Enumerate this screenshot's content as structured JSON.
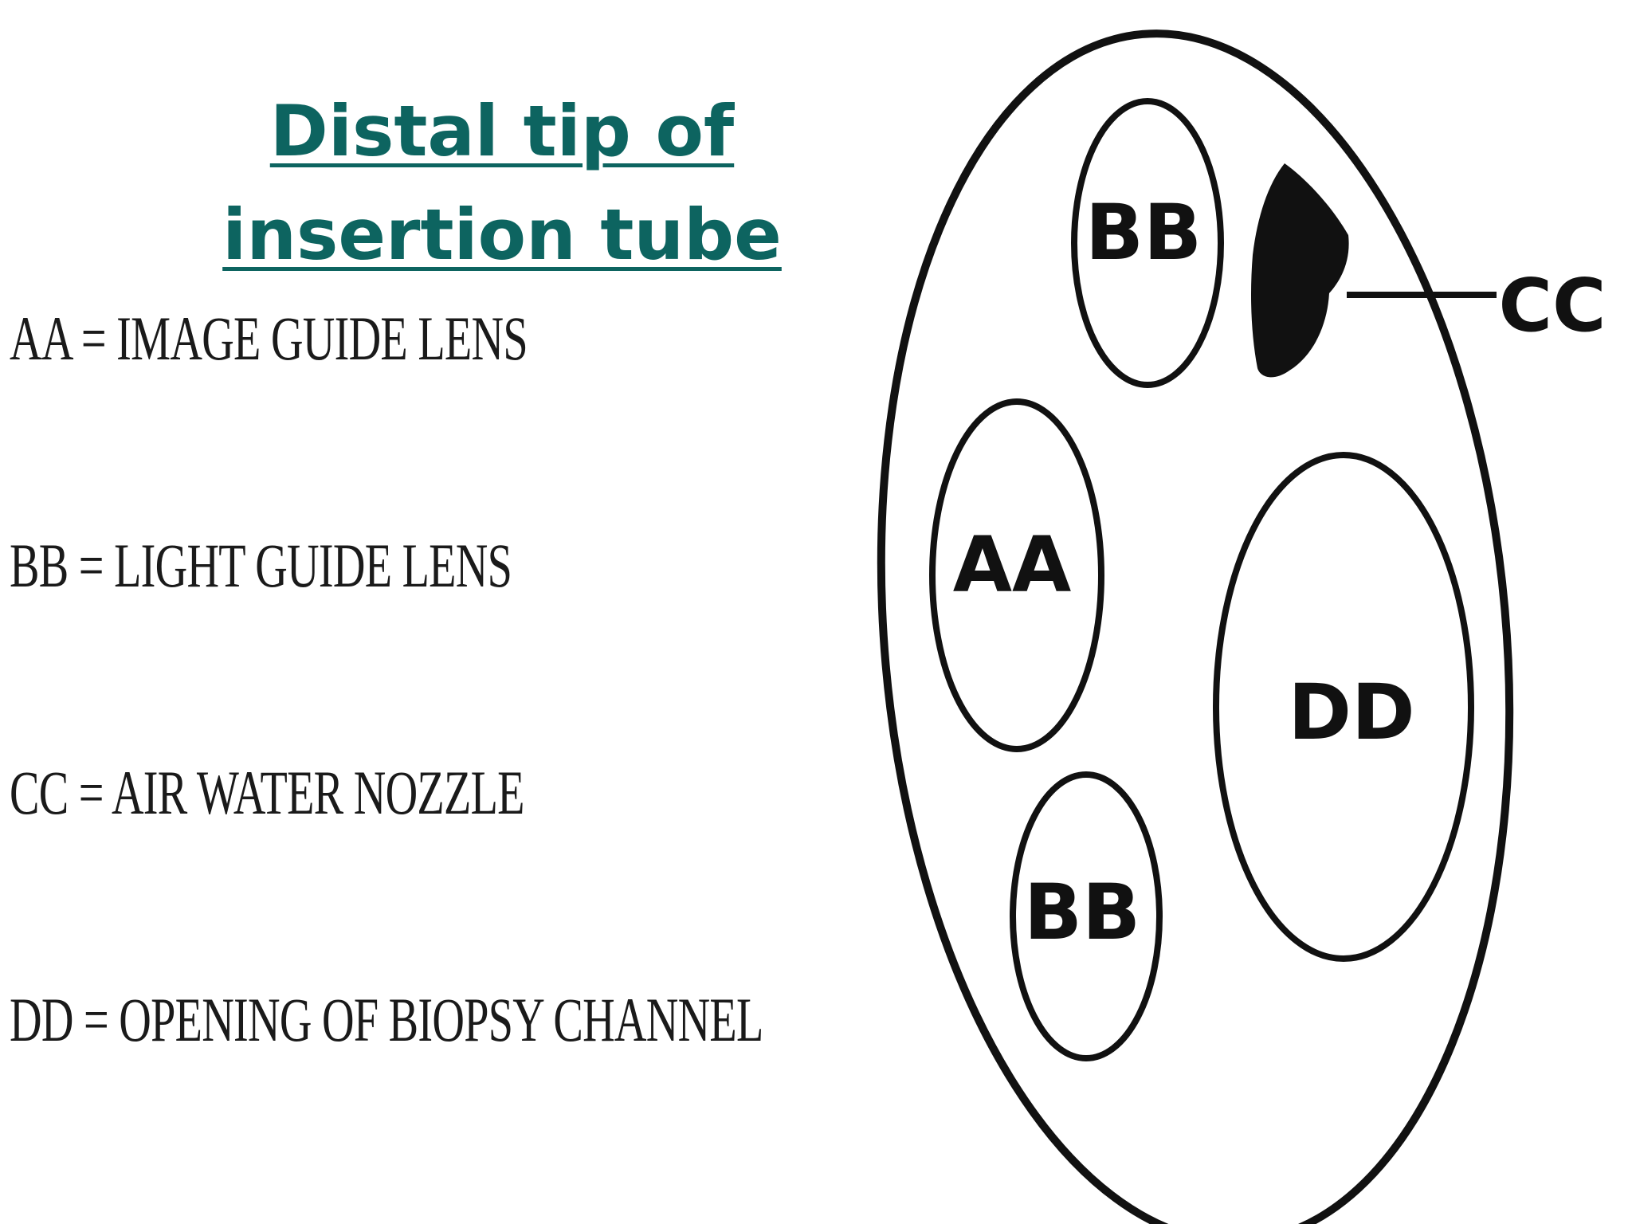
{
  "title": {
    "line1": "Distal tip of",
    "line2": "insertion tube"
  },
  "legend": [
    {
      "code": "AA",
      "meaning": "IMAGE GUIDE LENS",
      "text": "AA = IMAGE GUIDE LENS"
    },
    {
      "code": "BB",
      "meaning": "LIGHT GUIDE LENS",
      "text": "BB = LIGHT GUIDE LENS"
    },
    {
      "code": "CC",
      "meaning": "AIR WATER NOZZLE",
      "text": "CC = AIR WATER NOZZLE"
    },
    {
      "code": "DD",
      "meaning": "OPENING OF BIOPSY CHANNEL",
      "text": "DD = OPENING OF BIOPSY CHANNEL"
    }
  ],
  "diagram": {
    "labels": {
      "bb_top": "BB",
      "aa": "AA",
      "bb_bottom": "BB",
      "dd": "DD",
      "cc": "CC"
    }
  },
  "colors": {
    "title": "#0d6460",
    "line": "#111111"
  }
}
